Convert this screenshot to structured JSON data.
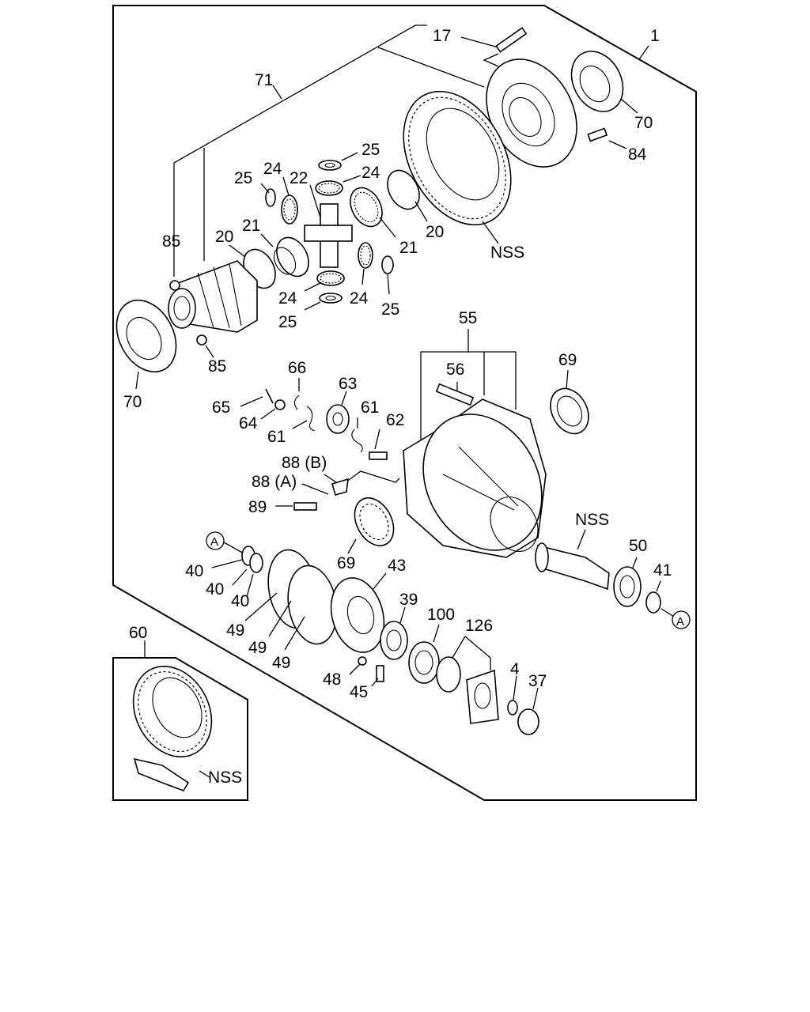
{
  "callouts": {
    "c17": "17",
    "c1": "1",
    "c71": "71",
    "c70a": "70",
    "c84": "84",
    "c25a": "25",
    "c24a": "24",
    "c25b": "25",
    "c24b": "24",
    "c22": "22",
    "c85a": "85",
    "c20a": "20",
    "c21a": "21",
    "c20b": "20",
    "c21b": "21",
    "c nss1": "NSS",
    "c24c": "24",
    "c24d": "24",
    "c25c": "25",
    "c25d": "25",
    "c70b": "70",
    "c85b": "85",
    "c66": "66",
    "c63": "63",
    "c65": "65",
    "c64": "64",
    "c61a": "61",
    "c61b": "61",
    "c62": "62",
    "c88b": "88 (B)",
    "c88a": "88 (A)",
    "c89": "89",
    "c55": "55",
    "c56": "56",
    "c69a": "69",
    "cnss2": "NSS",
    "c50": "50",
    "c41": "41",
    "cA2": "A",
    "cA1": "A",
    "c40a": "40",
    "c40b": "40",
    "c40c": "40",
    "c49a": "49",
    "c49b": "49",
    "c49c": "49",
    "c69b": "69",
    "c43": "43",
    "c39": "39",
    "c100": "100",
    "c126": "126",
    "c48": "48",
    "c45": "45",
    "c4": "4",
    "c37": "37",
    "c60": "60",
    "cnss3": "NSS"
  }
}
